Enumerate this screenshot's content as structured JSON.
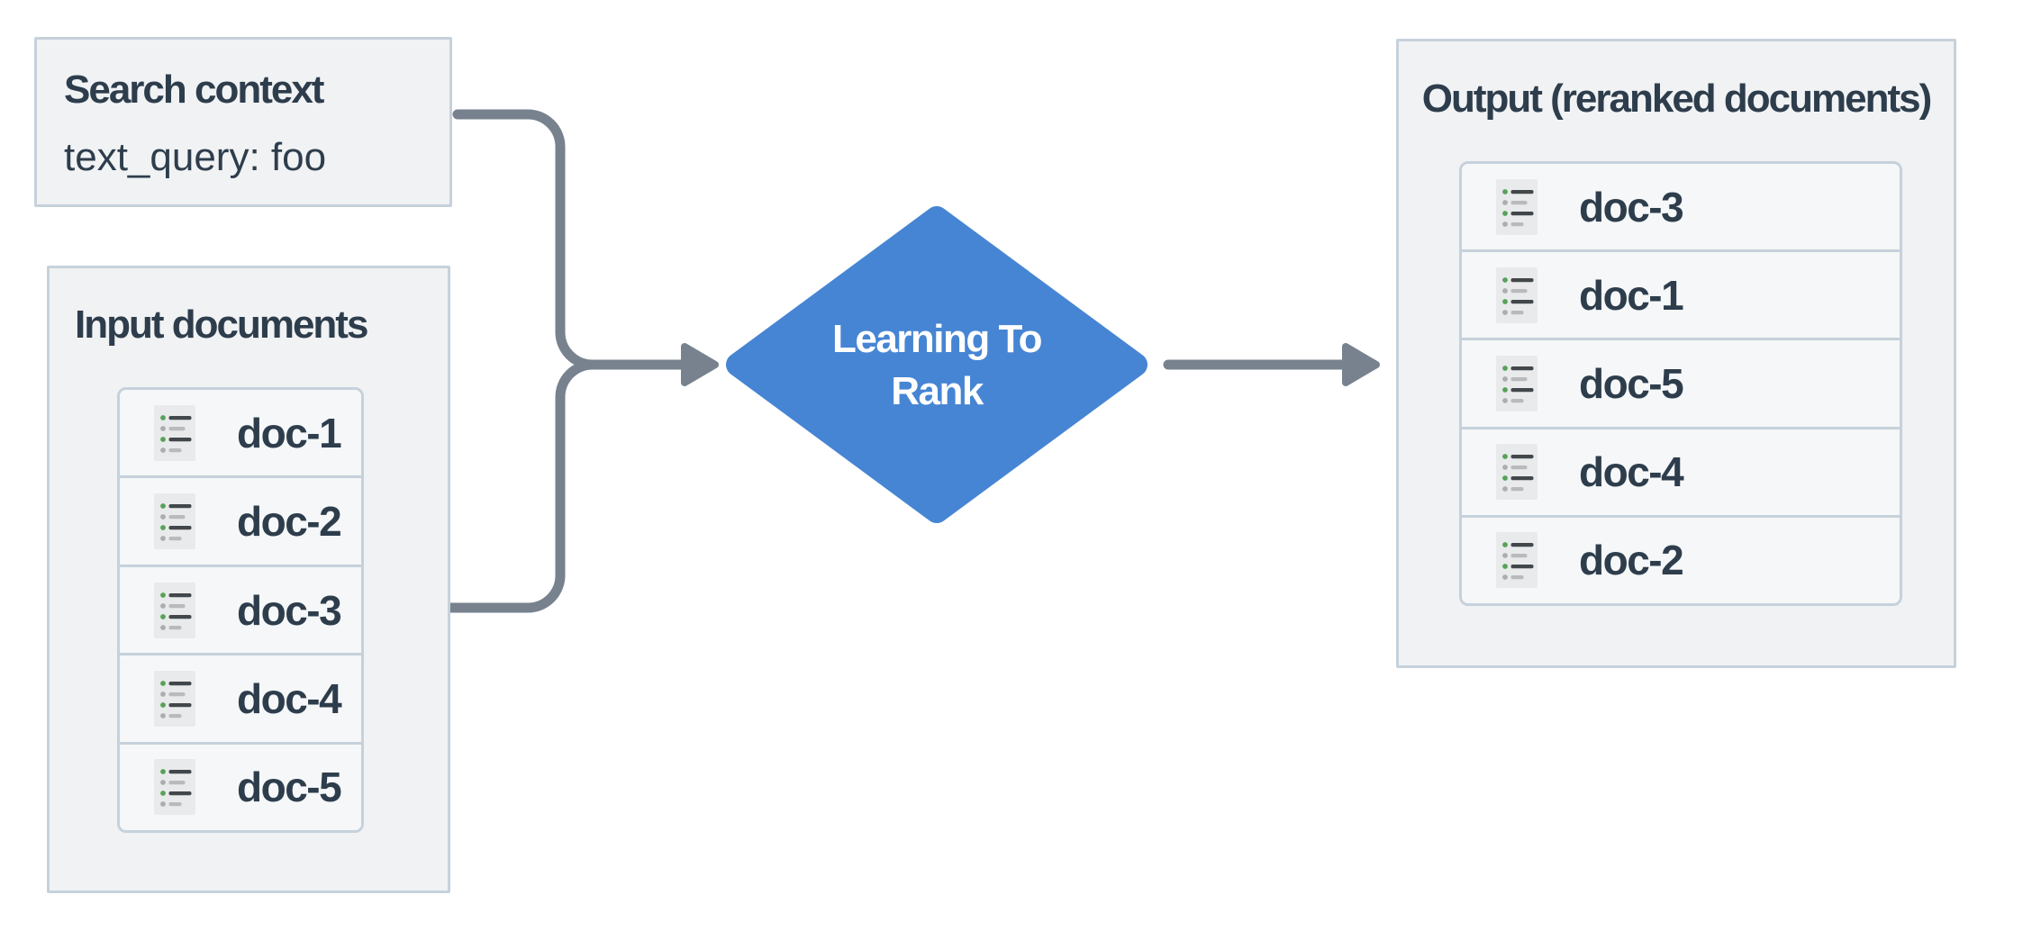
{
  "diagram": {
    "search_panel": {
      "title": "Search context",
      "query_line": "text_query: foo"
    },
    "input_panel": {
      "title": "Input documents",
      "docs": [
        "doc-1",
        "doc-2",
        "doc-3",
        "doc-4",
        "doc-5"
      ]
    },
    "process_node": {
      "label_line1": "Learning To",
      "label_line2": "Rank"
    },
    "output_panel": {
      "title": "Output (reranked documents)",
      "docs": [
        "doc-3",
        "doc-1",
        "doc-5",
        "doc-4",
        "doc-2"
      ]
    }
  },
  "colors": {
    "accent": "#4685d3",
    "connector": "#77828e",
    "border": "#c6d1db",
    "panel-fill": "#f0f2f4",
    "row-fill": "#f5f7f8",
    "text": "#2e3d4c",
    "icon-bg": "#e9eaeb",
    "icon-line-dark": "#42474b",
    "icon-line-gray": "#b8babc",
    "icon-dot-green": "#57a259",
    "icon-dot-gray": "#abadaf",
    "node-text": "#ffffff"
  }
}
